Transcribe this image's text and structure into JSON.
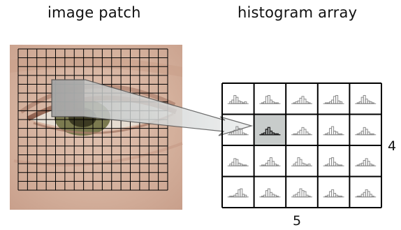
{
  "left_title": "image patch",
  "right_title": "histogram array",
  "array_rows_label": "4",
  "array_cols_label": "5",
  "colors": {
    "grid_line": "#000000",
    "highlight_cell": "#c8cccb",
    "skin": "#d8b8a6",
    "patch_dark": "#2a0f08",
    "arrow_fill": "#d9dcdc"
  },
  "icon_names": [
    "histogram-icon",
    "eye-photo",
    "projection-arrow"
  ]
}
